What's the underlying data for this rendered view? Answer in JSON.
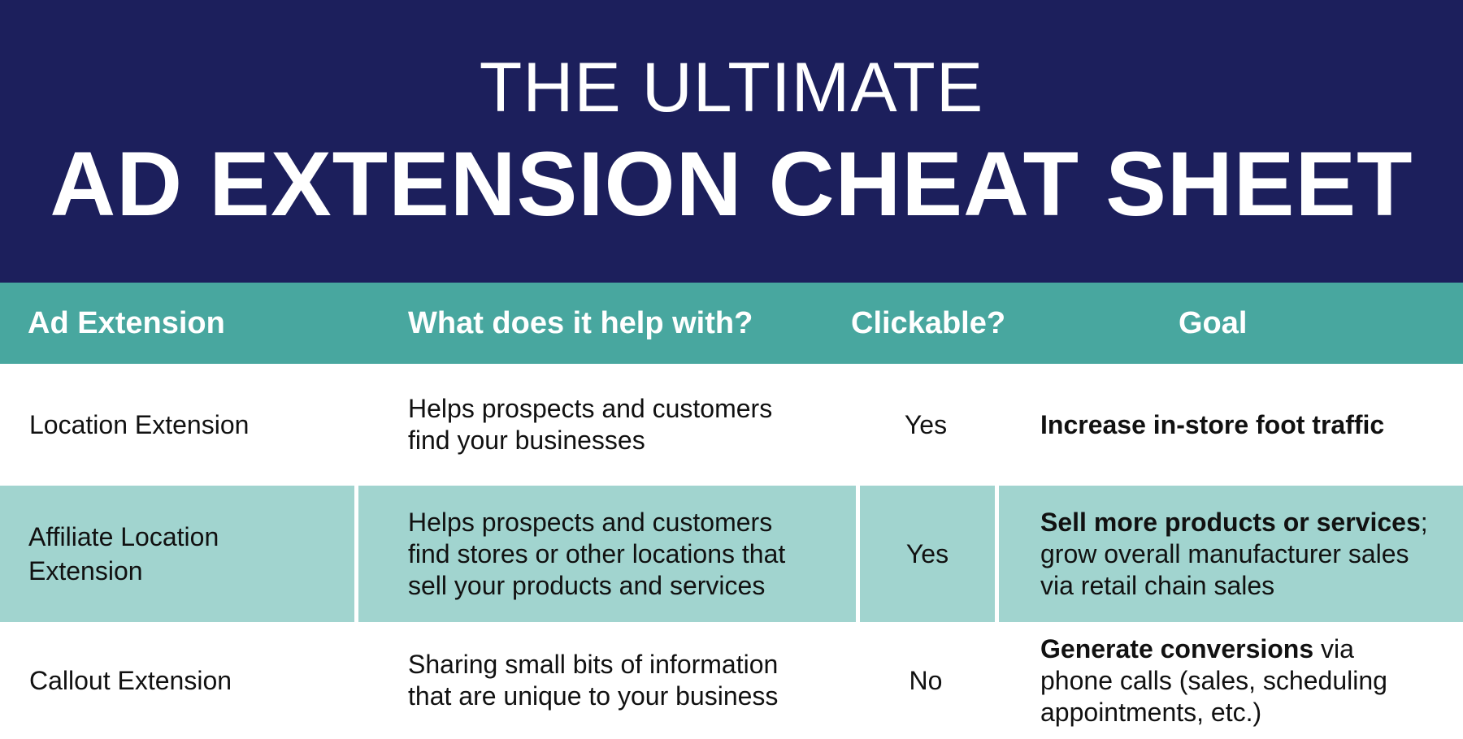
{
  "header": {
    "kicker": "THE ULTIMATE",
    "title": "AD EXTENSION CHEAT SHEET"
  },
  "columns": [
    "Ad Extension",
    "What does it help with?",
    "Clickable?",
    "Goal"
  ],
  "rows": [
    {
      "extension": "Location Extension",
      "help": [
        "Helps prospects and customers",
        "find your businesses"
      ],
      "clickable": "Yes",
      "goal_bold": "Increase in-store foot traffic",
      "goal_rest": ""
    },
    {
      "extension": [
        "Affiliate Location",
        "Extension"
      ],
      "help": [
        "Helps prospects and customers",
        "find stores or other locations that",
        "sell your products and services"
      ],
      "clickable": "Yes",
      "goal_bold": "Sell more products or services",
      "goal_rest": "; grow overall manufacturer sales via retail chain sales"
    },
    {
      "extension": "Callout Extension",
      "help": [
        "Sharing small bits of information",
        "that are unique to your business"
      ],
      "clickable": "No",
      "goal_bold": "Generate conversions",
      "goal_rest": " via phone calls (sales, scheduling appointments, etc.)"
    }
  ],
  "colors": {
    "header_bg": "#1c1f5c",
    "table_header_bg": "#48a79f",
    "alt_row_bg": "#a1d4cf"
  }
}
